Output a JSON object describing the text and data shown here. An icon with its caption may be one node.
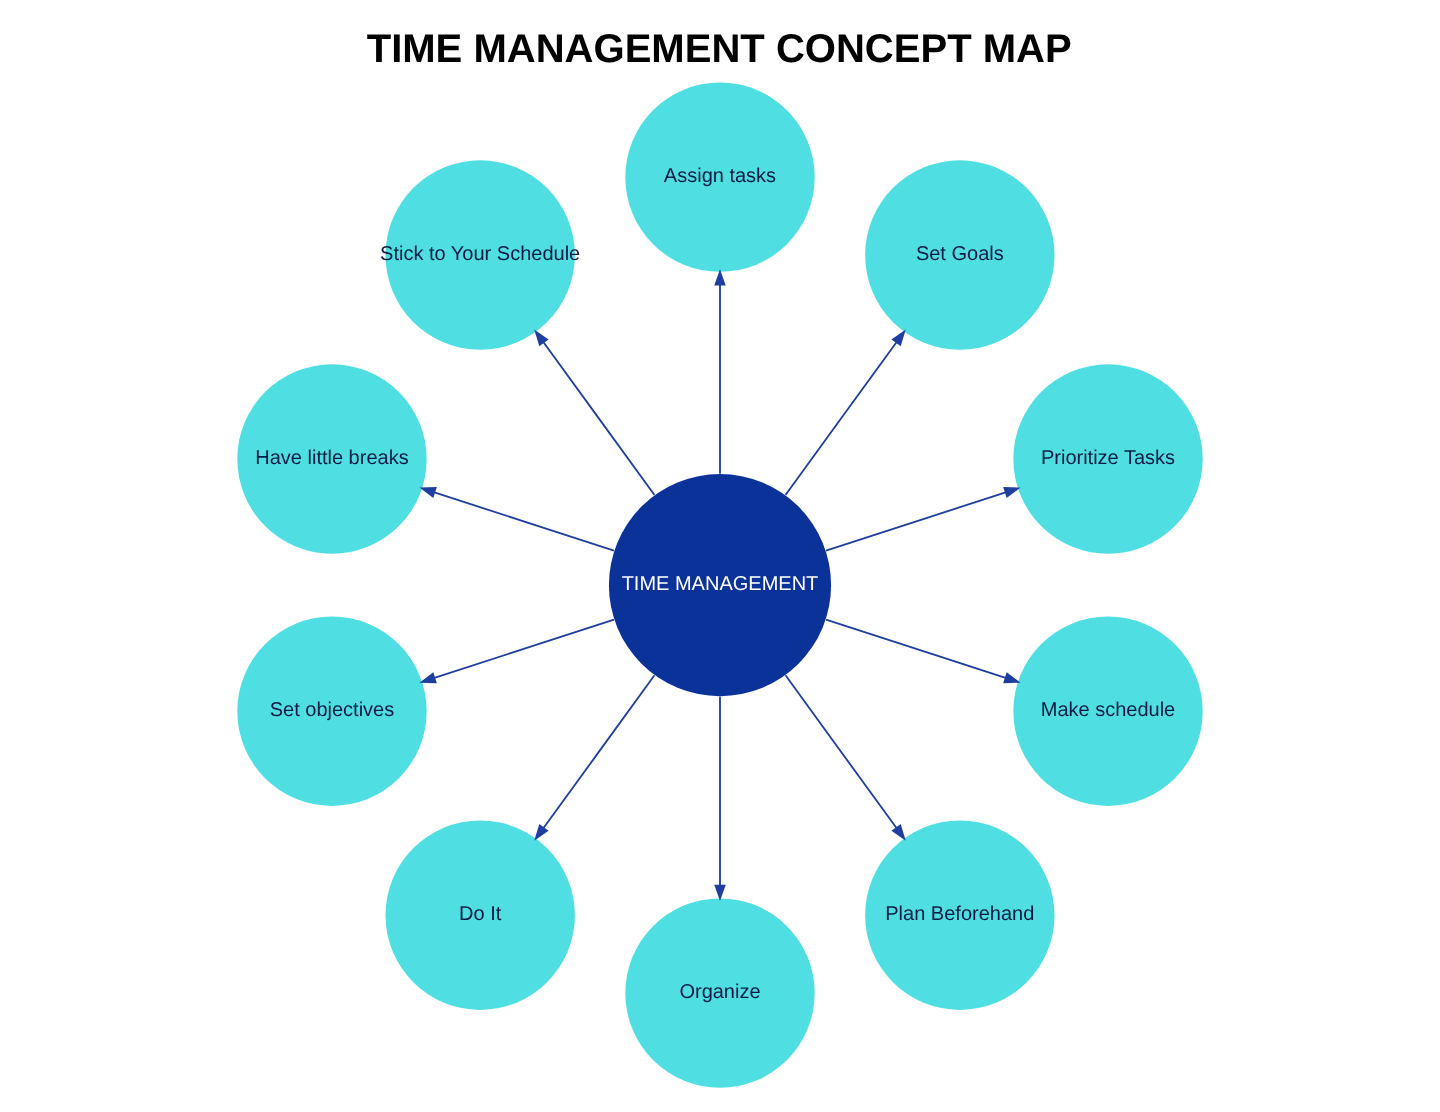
{
  "diagram": {
    "title": "TIME MANAGEMENT CONCEPT MAP",
    "nodes": [
      {
        "text": [
          "TIME MANAGEMENT"
        ]
      },
      {
        "text": [
          "Prioritize Tasks"
        ]
      },
      {
        "text": [
          "Set Goals"
        ]
      },
      {
        "text": [
          "Assign tasks"
        ]
      },
      {
        "text": [
          "Stick to Your Schedule"
        ]
      },
      {
        "text": [
          "Have little breaks"
        ]
      },
      {
        "text": [
          "Set objectives"
        ]
      },
      {
        "text": [
          "Do It"
        ]
      },
      {
        "text": [
          "Organize"
        ]
      },
      {
        "text": [
          "Plan Beforehand"
        ]
      },
      {
        "text": [
          "Make schedule"
        ]
      }
    ],
    "edges": [
      {
        "from": 0,
        "to": 1,
        "arrow": "to"
      },
      {
        "from": 0,
        "to": 2,
        "arrow": "to"
      },
      {
        "from": 0,
        "to": 3,
        "arrow": "to"
      },
      {
        "from": 0,
        "to": 4,
        "arrow": "to"
      },
      {
        "from": 0,
        "to": 5,
        "arrow": "to"
      },
      {
        "from": 0,
        "to": 6,
        "arrow": "to"
      },
      {
        "from": 0,
        "to": 7,
        "arrow": "to"
      },
      {
        "from": 0,
        "to": 8,
        "arrow": "to"
      },
      {
        "from": 0,
        "to": 9,
        "arrow": "to"
      },
      {
        "from": 0,
        "to": 10,
        "arrow": "to"
      }
    ]
  }
}
